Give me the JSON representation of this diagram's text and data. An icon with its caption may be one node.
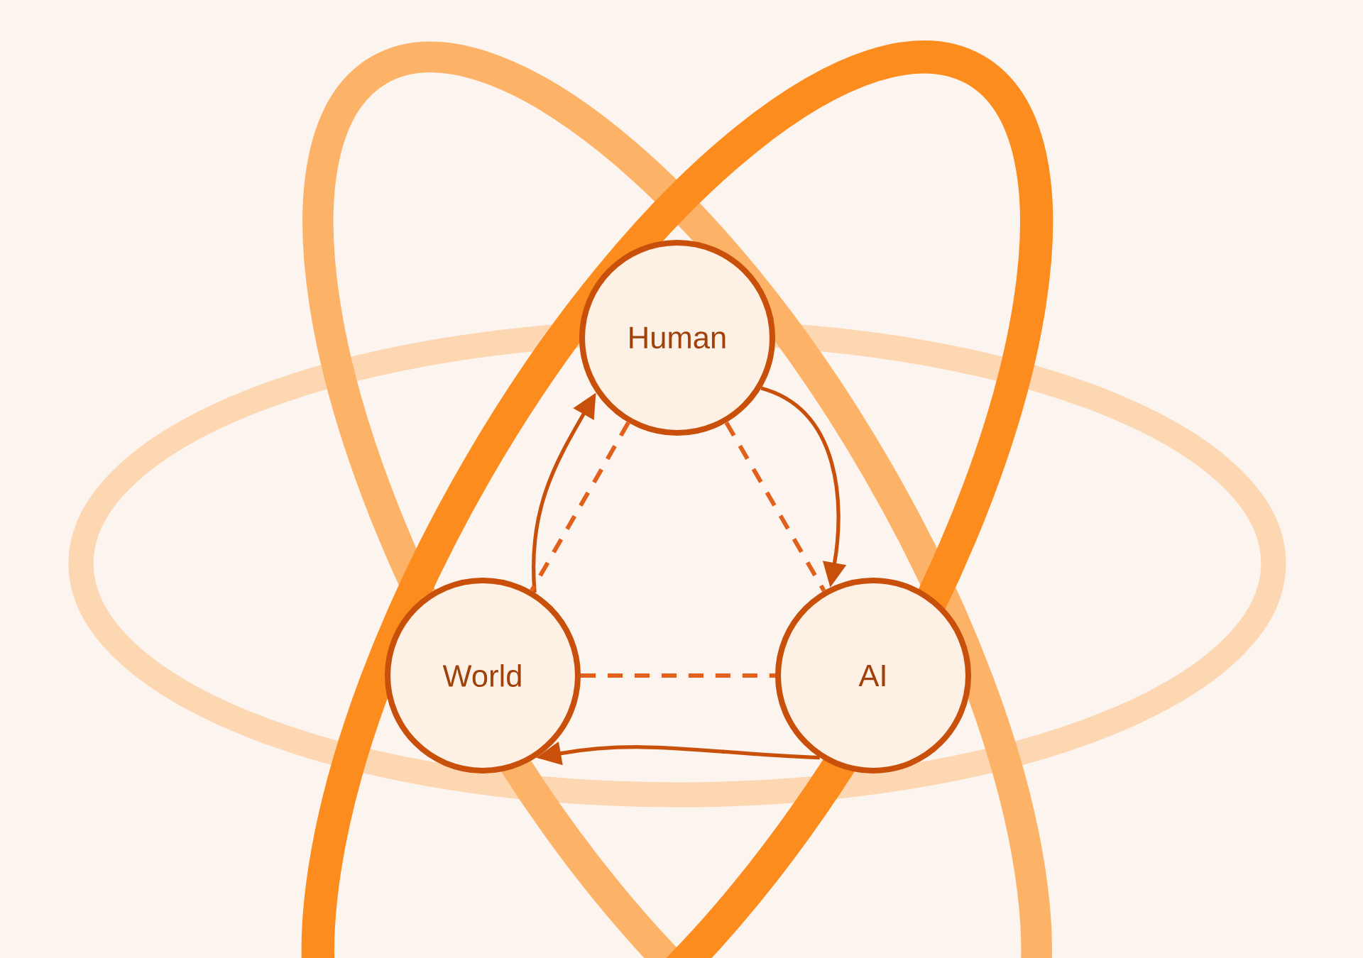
{
  "diagram": {
    "nodes": [
      {
        "text": [
          "Human"
        ]
      },
      {
        "text": [
          "World"
        ]
      },
      {
        "text": [
          "AI"
        ]
      }
    ],
    "edges": [
      {
        "from": 0,
        "to": 2,
        "arrow": "to"
      },
      {
        "from": 2,
        "to": 1,
        "arrow": "to"
      },
      {
        "from": 1,
        "to": 0,
        "arrow": "to"
      },
      {
        "from": 0,
        "to": 1,
        "arrow": "none",
        "style": "dashed"
      },
      {
        "from": 0,
        "to": 2,
        "arrow": "none",
        "style": "dashed"
      },
      {
        "from": 1,
        "to": 2,
        "arrow": "none",
        "style": "dashed"
      }
    ]
  }
}
